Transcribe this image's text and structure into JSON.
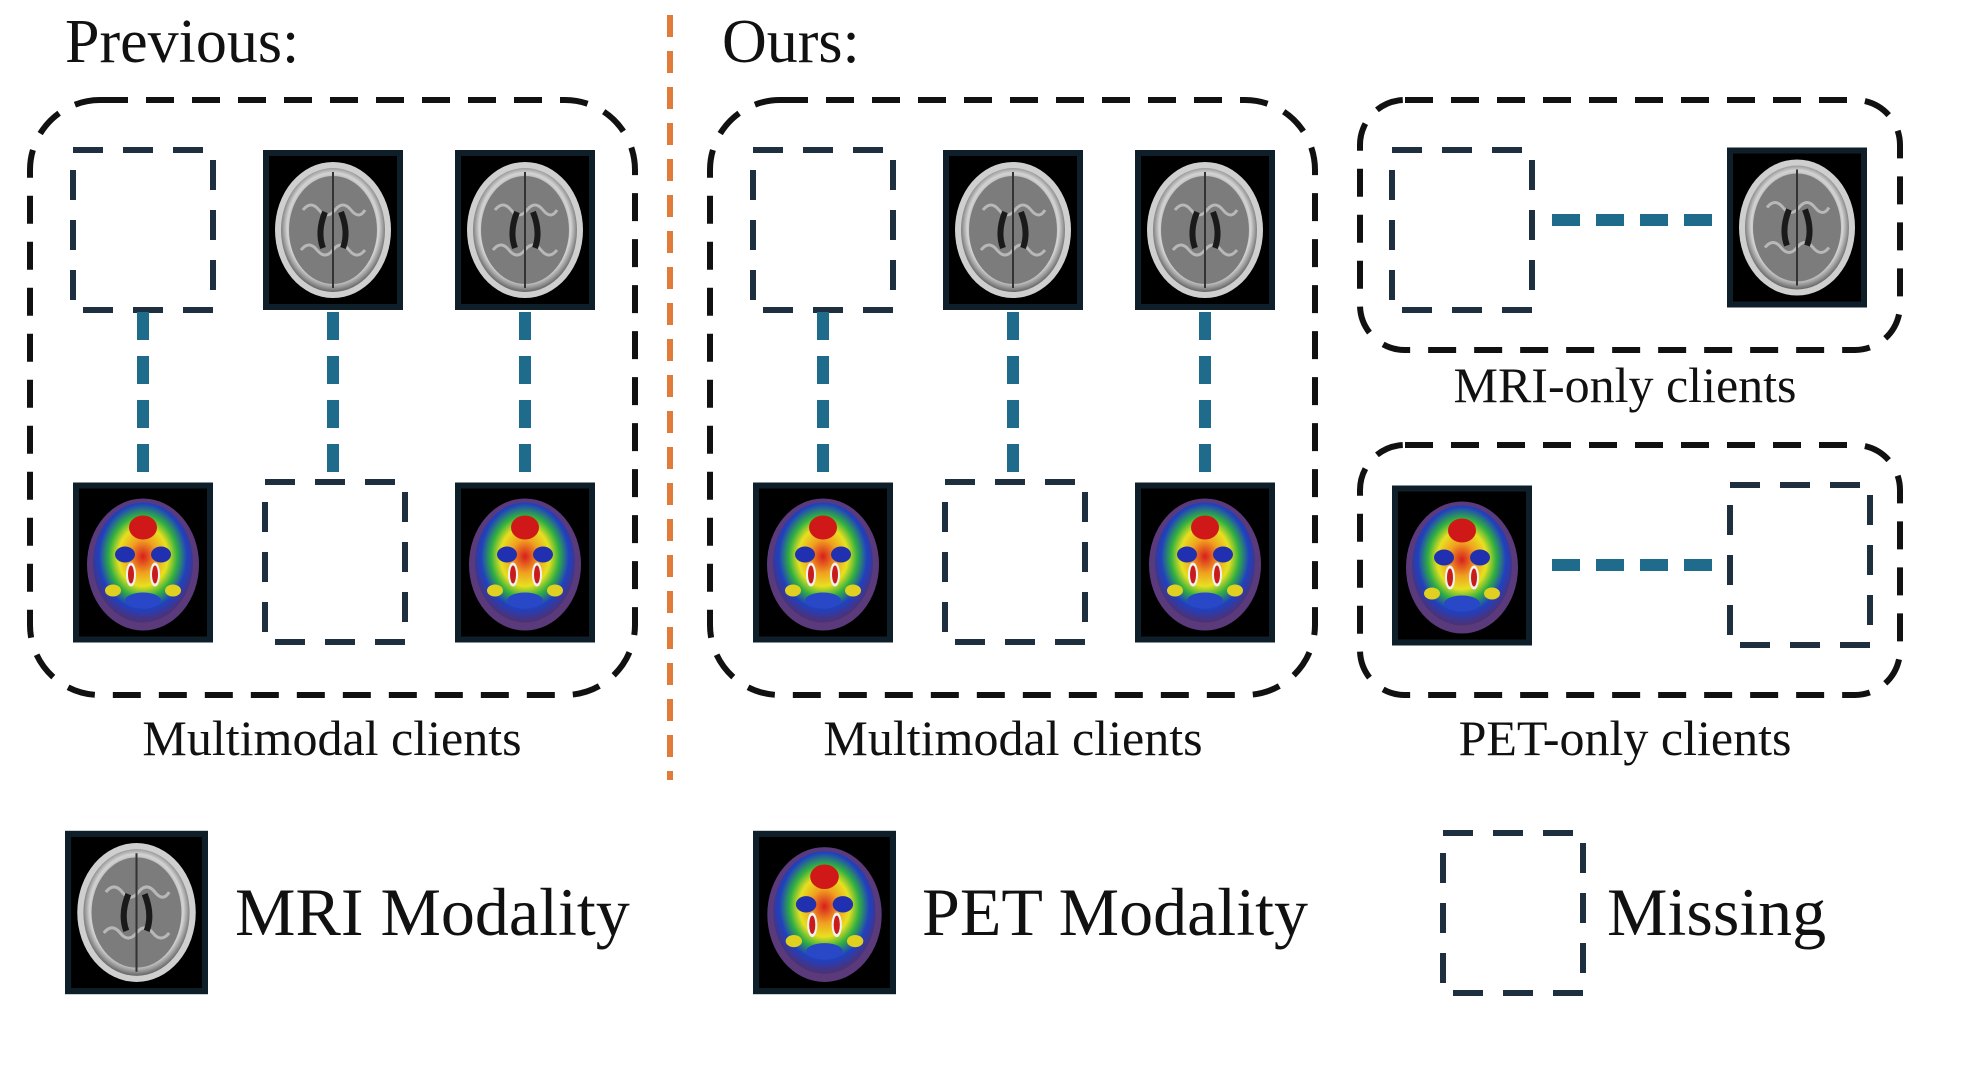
{
  "headings": {
    "previous": "Previous:",
    "ours": "Ours:"
  },
  "groups": {
    "prev_multimodal": "Multimodal clients",
    "ours_multimodal": "Multimodal clients",
    "mri_only": "MRI-only clients",
    "pet_only": "PET-only clients"
  },
  "legend": {
    "mri": "MRI Modality",
    "pet": "PET Modality",
    "missing": "Missing"
  },
  "colors": {
    "divider": "#e07b39",
    "connector": "#1f6b8c",
    "group_border": "#111111",
    "missing_border": "#1e3040",
    "tile_frame": "#0f1f2a"
  }
}
